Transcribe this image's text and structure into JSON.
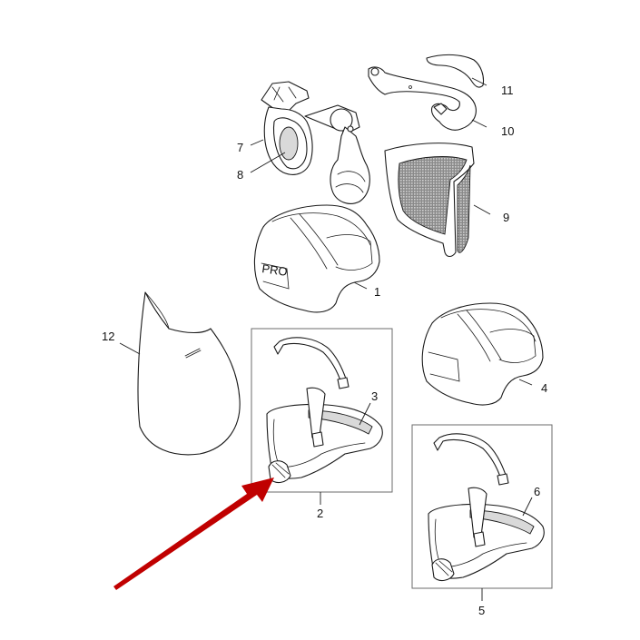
{
  "diagram": {
    "type": "exploded-parts-diagram",
    "subject": "forestry helmet kit with ear muffs, mesh visor, face shield and headbands",
    "colors": {
      "line": "#1a1a1a",
      "box": "#6b6b6b",
      "highlight_arrow": "#c00000",
      "shaded": "#d9d9d9"
    },
    "parts": [
      {
        "number": "1",
        "name": "helmet shell (with logo)"
      },
      {
        "number": "2",
        "name": "headband assembly (boxed)"
      },
      {
        "number": "3",
        "name": "sweatband on headband 2"
      },
      {
        "number": "4",
        "name": "helmet shell (alternate)"
      },
      {
        "number": "5",
        "name": "headband assembly (boxed, alternate)"
      },
      {
        "number": "6",
        "name": "sweatband on headband 5"
      },
      {
        "number": "7",
        "name": "ear muff"
      },
      {
        "number": "8",
        "name": "ear cushion insert"
      },
      {
        "number": "9",
        "name": "mesh visor"
      },
      {
        "number": "10",
        "name": "visor holder bracket"
      },
      {
        "number": "11",
        "name": "rain shield / peak"
      },
      {
        "number": "12",
        "name": "face shield"
      }
    ],
    "labels": {
      "p1": "1",
      "p2": "2",
      "p3": "3",
      "p4": "4",
      "p5": "5",
      "p6": "6",
      "p7": "7",
      "p8": "8",
      "p9": "9",
      "p10": "10",
      "p11": "11",
      "p12": "12"
    },
    "annotation": {
      "arrow": "red arrow pointing at ratchet knob of headband assembly 2"
    }
  }
}
